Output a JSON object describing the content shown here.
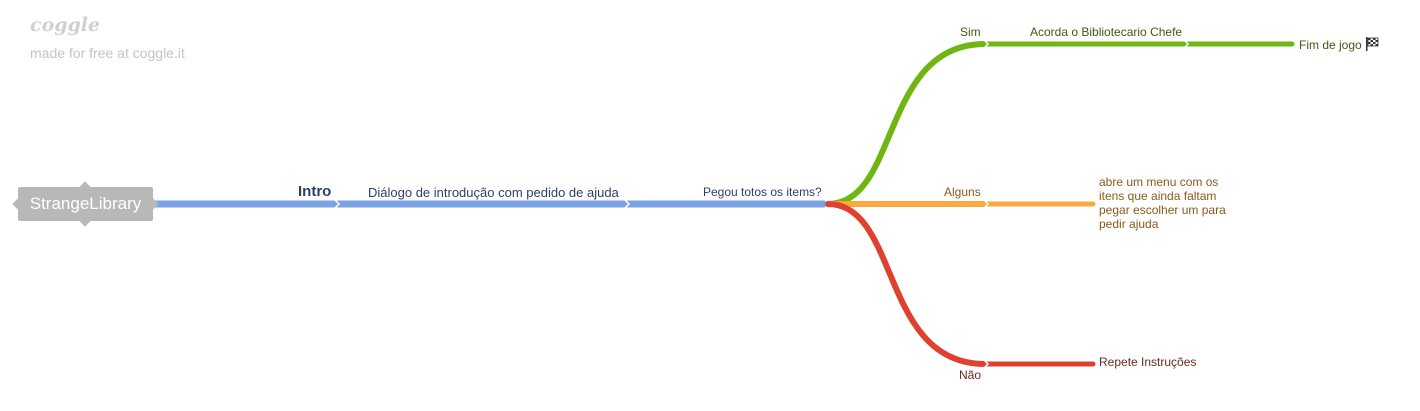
{
  "brand": {
    "logo": "coggle",
    "tagline": "made for free at coggle.it"
  },
  "root": {
    "label": "StrangeLibrary"
  },
  "branches": {
    "intro": "Intro",
    "dialog": "Diálogo de introdução com pedido de ajuda",
    "question": "Pegou totos os items?",
    "sim": "Sim",
    "sim_next": "Acorda o Bibliotecario Chefe",
    "sim_end": "Fim de jogo",
    "alguns": "Alguns",
    "alguns_next": "abre um menu com os itens que ainda faltam pegar escolher um para pedir ajuda",
    "nao": "Não",
    "nao_next": "Repete Instruções"
  },
  "icons": {
    "end_flag": "checkered-flag-icon"
  },
  "colors": {
    "root": "#b8b8b8",
    "blue": "#7aa3e5",
    "green": "#6fb613",
    "orange": "#f9a93f",
    "red": "#e0412f"
  }
}
